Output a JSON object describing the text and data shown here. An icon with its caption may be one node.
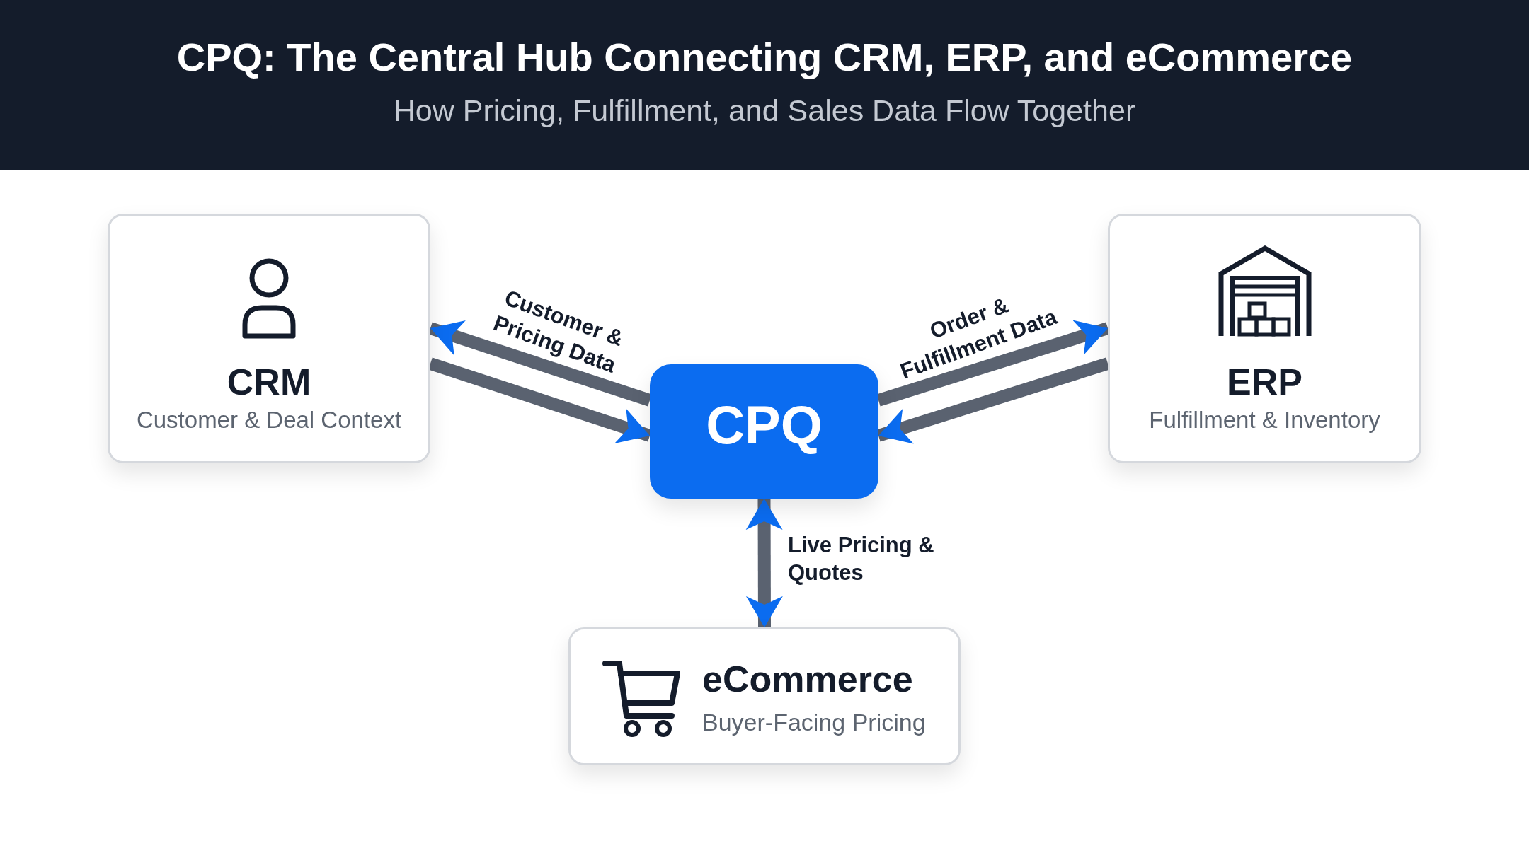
{
  "diagram": {
    "title": "CPQ: The Central Hub Connecting CRM, ERP, and eCommerce",
    "caption": "How Pricing, Fulfillment, and Sales Data Flow Together",
    "nodes": [
      {
        "text": [
          "CRM",
          "Customer & Deal Context"
        ]
      },
      {
        "text": [
          "CPQ"
        ]
      },
      {
        "text": [
          "ERP",
          "Fulfillment & Inventory"
        ]
      },
      {
        "text": [
          "eCommerce",
          "Buyer-Facing Pricing"
        ]
      }
    ],
    "edges": [
      {
        "from": 1,
        "to": 0,
        "arrow": "to",
        "label": "Customer & Pricing Data"
      },
      {
        "from": 0,
        "to": 1,
        "arrow": "to"
      },
      {
        "from": 1,
        "to": 2,
        "arrow": "to",
        "label": "Order & Fulfillment Data"
      },
      {
        "from": 2,
        "to": 1,
        "arrow": "to"
      },
      {
        "from": 1,
        "to": 3,
        "arrow": "both",
        "label": "Live Pricing & Quotes"
      }
    ]
  }
}
